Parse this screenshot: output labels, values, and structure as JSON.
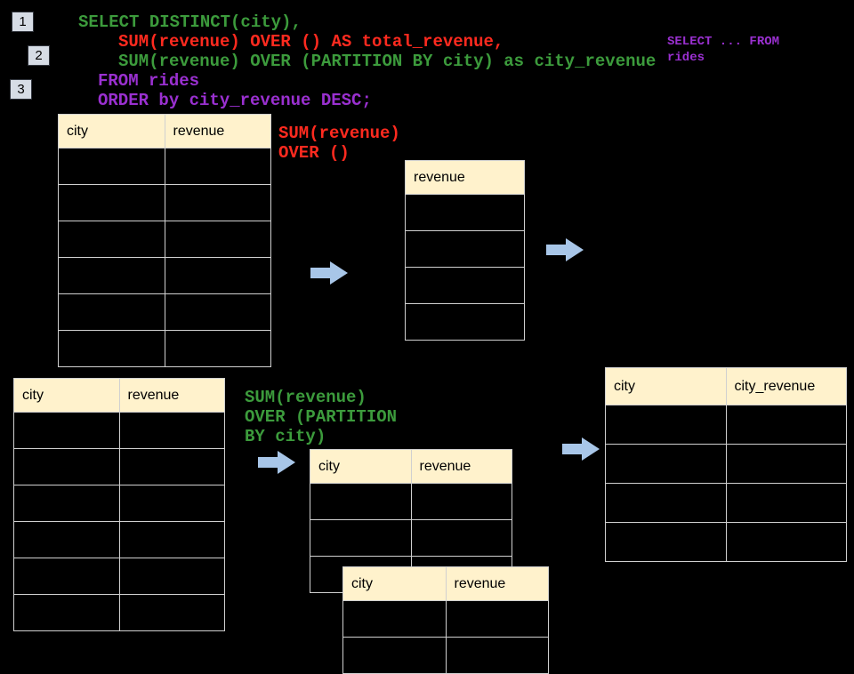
{
  "colors": {
    "background": "#000000",
    "header_fill": "#fff2cc",
    "table_border": "#d0d0d0",
    "badge_fill": "#d6dce5",
    "arrow_fill": "#a8c6e8",
    "green": "#3c9b3c",
    "red": "#ff2a1f",
    "purple": "#9a30d0"
  },
  "badges": [
    {
      "label": "1"
    },
    {
      "label": "2"
    },
    {
      "label": "3"
    }
  ],
  "code": {
    "line1": "SELECT DISTINCT(city),",
    "line2": "SUM(revenue) OVER () AS total_revenue,",
    "line3": "SUM(revenue) OVER (PARTITION BY city) as city_revenue",
    "line4": "FROM rides",
    "line5": "ORDER by city_revenue DESC;"
  },
  "side_note": {
    "line1": "SELECT ... FROM",
    "line2": "rides"
  },
  "annotations": {
    "total": {
      "line1": "SUM(revenue)",
      "line2": "OVER ()"
    },
    "partition": {
      "line1": "SUM(revenue)",
      "line2": "OVER (PARTITION",
      "line3": "BY city)"
    }
  },
  "tables": {
    "source_top": {
      "headers": [
        "city",
        "revenue"
      ],
      "row_count": 6
    },
    "total_result": {
      "headers": [
        "revenue"
      ],
      "row_count": 4
    },
    "source_bottom": {
      "headers": [
        "city",
        "revenue"
      ],
      "row_count": 6
    },
    "partition_step": {
      "headers": [
        "city",
        "revenue"
      ],
      "row_count": 3
    },
    "partition_overlay": {
      "headers": [
        "city",
        "revenue"
      ],
      "row_count": 2
    },
    "partition_result": {
      "headers": [
        "city",
        "city_revenue"
      ],
      "row_count": 4
    }
  }
}
